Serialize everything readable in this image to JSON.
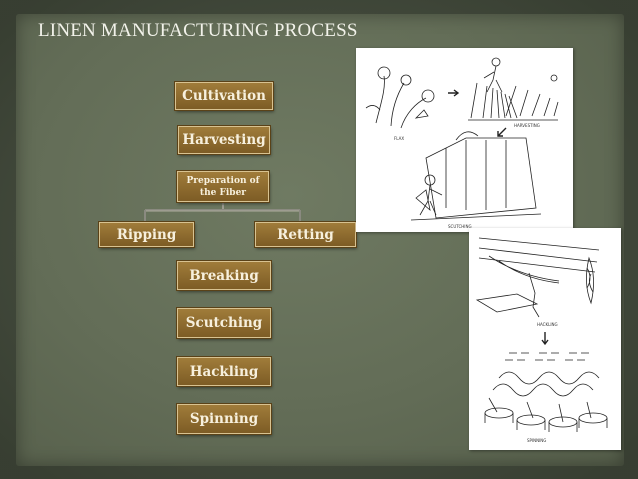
{
  "title": "LINEN MANUFACTURING PROCESS",
  "steps": {
    "cultivation": "Cultivation",
    "harvesting": "Harvesting",
    "preparation": "Preparation of the Fiber",
    "ripping": "Ripping",
    "retting": "Retting",
    "breaking": "Breaking",
    "scutching": "Scutching",
    "hackling": "Hackling",
    "spinning": "Spinning"
  },
  "illustration_top": {
    "labels": [
      "FLAX",
      "HARVESTING",
      "SCUTCHING"
    ]
  },
  "illustration_bottom": {
    "labels": [
      "HACKLING",
      "SPINNING"
    ]
  },
  "colors": {
    "box_fill": "#8c6a2e",
    "box_border": "#d8c290",
    "background": "#636d57",
    "title_text": "#f2f2ea"
  }
}
